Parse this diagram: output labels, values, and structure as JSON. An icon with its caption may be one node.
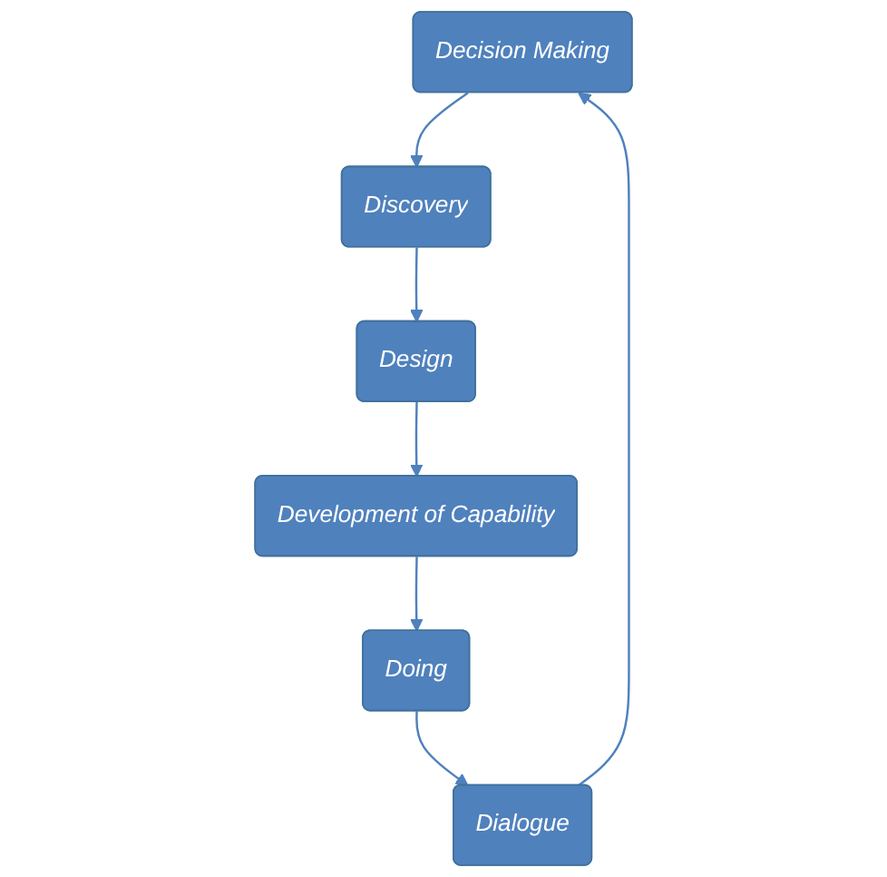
{
  "diagram": {
    "nodes": [
      {
        "text": [
          "Decision Making"
        ]
      },
      {
        "text": [
          "Discovery"
        ]
      },
      {
        "text": [
          "Design"
        ]
      },
      {
        "text": [
          "Development of Capability"
        ]
      },
      {
        "text": [
          "Doing"
        ]
      },
      {
        "text": [
          "Dialogue"
        ]
      }
    ],
    "edges": [
      {
        "from": 0,
        "to": 1,
        "arrow": "to"
      },
      {
        "from": 1,
        "to": 2,
        "arrow": "to"
      },
      {
        "from": 2,
        "to": 3,
        "arrow": "to"
      },
      {
        "from": 3,
        "to": 4,
        "arrow": "to"
      },
      {
        "from": 4,
        "to": 5,
        "arrow": "to"
      },
      {
        "from": 5,
        "to": 0,
        "arrow": "to"
      }
    ]
  }
}
